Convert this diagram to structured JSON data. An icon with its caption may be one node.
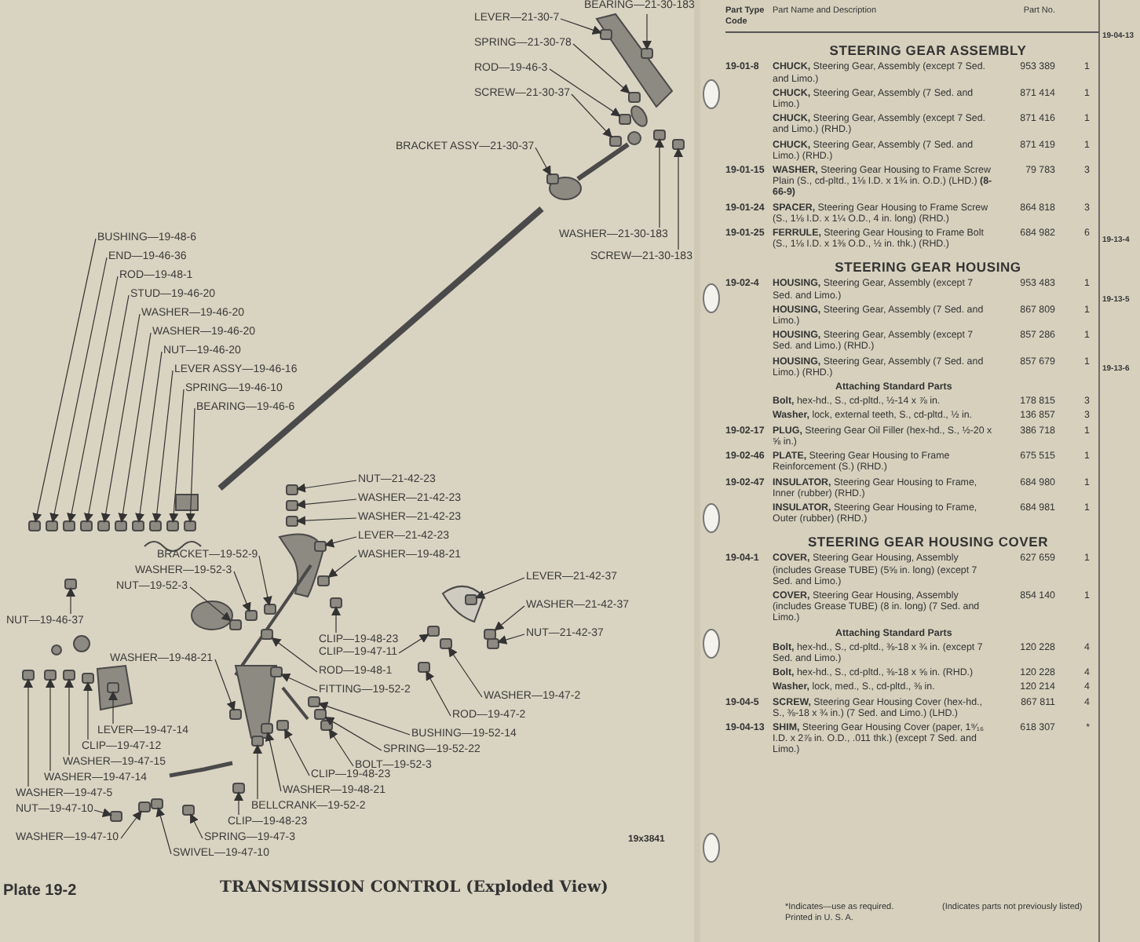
{
  "diagram": {
    "caption": "TRANSMISSION CONTROL (Exploded View)",
    "nodes": [
      {
        "text": [
          "LEVER—21-30-7"
        ]
      },
      {
        "text": [
          "BEARING—21-30-183"
        ]
      },
      {
        "text": [
          "SPRING—21-30-78"
        ]
      },
      {
        "text": [
          "ROD—19-46-3"
        ]
      },
      {
        "text": [
          "SCREW—21-30-37"
        ]
      },
      {
        "text": [
          "BRACKET ASSY—21-30-37"
        ]
      },
      {
        "text": [
          "WASHER—21-30-183"
        ]
      },
      {
        "text": [
          "SCREW—21-30-183"
        ]
      },
      {
        "text": [
          "BUSHING—19-48-6"
        ]
      },
      {
        "text": [
          "END—19-46-36"
        ]
      },
      {
        "text": [
          "ROD—19-48-1"
        ]
      },
      {
        "text": [
          "STUD—19-46-20"
        ]
      },
      {
        "text": [
          "WASHER—19-46-20"
        ]
      },
      {
        "text": [
          "WASHER—19-46-20"
        ]
      },
      {
        "text": [
          "NUT—19-46-20"
        ]
      },
      {
        "text": [
          "LEVER ASSY—19-46-16"
        ]
      },
      {
        "text": [
          "SPRING—19-46-10"
        ]
      },
      {
        "text": [
          "BEARING—19-46-6"
        ]
      },
      {
        "text": [
          "NUT—21-42-23"
        ]
      },
      {
        "text": [
          "WASHER—21-42-23"
        ]
      },
      {
        "text": [
          "WASHER—21-42-23"
        ]
      },
      {
        "text": [
          "LEVER—21-42-23"
        ]
      },
      {
        "text": [
          "WASHER—19-48-21"
        ]
      },
      {
        "text": [
          "BRACKET—19-52-9"
        ]
      },
      {
        "text": [
          "WASHER—19-52-3"
        ]
      },
      {
        "text": [
          "NUT—19-52-3"
        ]
      },
      {
        "text": [
          "LEVER—21-42-37"
        ]
      },
      {
        "text": [
          "WASHER—21-42-37"
        ]
      },
      {
        "text": [
          "NUT—21-42-37"
        ]
      },
      {
        "text": [
          "CLIP—19-48-23"
        ]
      },
      {
        "text": [
          "CLIP—19-47-11"
        ]
      },
      {
        "text": [
          "ROD—19-48-1"
        ]
      },
      {
        "text": [
          "FITTING—19-52-2"
        ]
      },
      {
        "text": [
          "NUT—19-46-37"
        ]
      },
      {
        "text": [
          "WASHER—19-48-21"
        ]
      },
      {
        "text": [
          "WASHER—19-47-2"
        ]
      },
      {
        "text": [
          "ROD—19-47-2"
        ]
      },
      {
        "text": [
          "BUSHING—19-52-14"
        ]
      },
      {
        "text": [
          "SPRING—19-52-22"
        ]
      },
      {
        "text": [
          "BOLT—19-52-3"
        ]
      },
      {
        "text": [
          "LEVER—19-47-14"
        ]
      },
      {
        "text": [
          "CLIP—19-47-12"
        ]
      },
      {
        "text": [
          "WASHER—19-47-15"
        ]
      },
      {
        "text": [
          "WASHER—19-47-14"
        ]
      },
      {
        "text": [
          "WASHER—19-47-5"
        ]
      },
      {
        "text": [
          "NUT—19-47-10"
        ]
      },
      {
        "text": [
          "WASHER—19-47-10"
        ]
      },
      {
        "text": [
          "CLIP—19-48-23"
        ]
      },
      {
        "text": [
          "WASHER—19-48-21"
        ]
      },
      {
        "text": [
          "BELLCRANK—19-52-2"
        ]
      },
      {
        "text": [
          "CLIP—19-48-23"
        ]
      },
      {
        "text": [
          "SPRING—19-47-3"
        ]
      },
      {
        "text": [
          "SWIVEL—19-47-10"
        ]
      },
      {
        "text": [],
        "shape": "box"
      },
      {
        "text": [],
        "shape": "box"
      },
      {
        "text": [],
        "shape": "box"
      },
      {
        "text": [],
        "shape": "box"
      },
      {
        "text": [],
        "shape": "box"
      },
      {
        "text": [],
        "shape": "box"
      },
      {
        "text": [],
        "shape": "box"
      },
      {
        "text": [],
        "shape": "box"
      },
      {
        "text": [],
        "shape": "box"
      },
      {
        "text": [],
        "shape": "box"
      },
      {
        "text": [],
        "shape": "box"
      },
      {
        "text": [],
        "shape": "box"
      },
      {
        "text": [],
        "shape": "box"
      },
      {
        "text": [],
        "shape": "box"
      },
      {
        "text": [],
        "shape": "box"
      },
      {
        "text": [],
        "shape": "box"
      },
      {
        "text": [],
        "shape": "box"
      },
      {
        "text": [],
        "shape": "box"
      },
      {
        "text": [],
        "shape": "box"
      },
      {
        "text": [],
        "shape": "box"
      },
      {
        "text": [],
        "shape": "box"
      },
      {
        "text": [],
        "shape": "box"
      },
      {
        "text": [],
        "shape": "box"
      },
      {
        "text": [],
        "shape": "box"
      },
      {
        "text": [],
        "shape": "box"
      },
      {
        "text": [],
        "shape": "box"
      },
      {
        "text": [],
        "shape": "box"
      },
      {
        "text": [],
        "shape": "box"
      },
      {
        "text": [],
        "shape": "box"
      },
      {
        "text": [],
        "shape": "box"
      },
      {
        "text": [],
        "shape": "box"
      },
      {
        "text": [],
        "shape": "box"
      },
      {
        "text": [],
        "shape": "box"
      },
      {
        "text": [],
        "shape": "box"
      },
      {
        "text": [],
        "shape": "box"
      },
      {
        "text": [],
        "shape": "box"
      },
      {
        "text": [],
        "shape": "box"
      },
      {
        "text": [],
        "shape": "box"
      },
      {
        "text": [],
        "shape": "box"
      },
      {
        "text": [],
        "shape": "box"
      },
      {
        "text": [],
        "shape": "box"
      },
      {
        "text": [],
        "shape": "box"
      },
      {
        "text": [],
        "shape": "box"
      },
      {
        "text": [],
        "shape": "box"
      },
      {
        "text": [],
        "shape": "box"
      },
      {
        "text": [],
        "shape": "box"
      },
      {
        "text": [],
        "shape": "box"
      },
      {
        "text": [],
        "shape": "box"
      },
      {
        "text": [],
        "shape": "box"
      },
      {
        "text": [],
        "shape": "box"
      },
      {
        "text": [],
        "shape": "box"
      },
      {
        "text": [],
        "shape": "box"
      },
      {
        "text": [],
        "shape": "box"
      }
    ],
    "edges": [
      {
        "from": 0,
        "to": 53,
        "arrow": "to"
      },
      {
        "from": 1,
        "to": 54,
        "arrow": "to"
      },
      {
        "from": 2,
        "to": 55,
        "arrow": "to"
      },
      {
        "from": 3,
        "to": 56,
        "arrow": "to"
      },
      {
        "from": 4,
        "to": 57,
        "arrow": "to"
      },
      {
        "from": 5,
        "to": 58,
        "arrow": "to"
      },
      {
        "from": 6,
        "to": 59,
        "arrow": "to"
      },
      {
        "from": 7,
        "to": 60,
        "arrow": "to"
      },
      {
        "from": 8,
        "to": 61,
        "arrow": "to"
      },
      {
        "from": 9,
        "to": 62,
        "arrow": "to"
      },
      {
        "from": 10,
        "to": 63,
        "arrow": "to"
      },
      {
        "from": 11,
        "to": 64,
        "arrow": "to"
      },
      {
        "from": 12,
        "to": 65,
        "arrow": "to"
      },
      {
        "from": 13,
        "to": 66,
        "arrow": "to"
      },
      {
        "from": 14,
        "to": 67,
        "arrow": "to"
      },
      {
        "from": 15,
        "to": 68,
        "arrow": "to"
      },
      {
        "from": 16,
        "to": 69,
        "arrow": "to"
      },
      {
        "from": 17,
        "to": 70,
        "arrow": "to"
      },
      {
        "from": 18,
        "to": 71,
        "arrow": "to"
      },
      {
        "from": 19,
        "to": 72,
        "arrow": "to"
      },
      {
        "from": 20,
        "to": 73,
        "arrow": "to"
      },
      {
        "from": 21,
        "to": 74,
        "arrow": "to"
      },
      {
        "from": 22,
        "to": 75,
        "arrow": "to"
      },
      {
        "from": 23,
        "to": 76,
        "arrow": "to"
      },
      {
        "from": 24,
        "to": 77,
        "arrow": "to"
      },
      {
        "from": 25,
        "to": 78,
        "arrow": "to"
      },
      {
        "from": 26,
        "to": 79,
        "arrow": "to"
      },
      {
        "from": 27,
        "to": 80,
        "arrow": "to"
      },
      {
        "from": 28,
        "to": 81,
        "arrow": "to"
      },
      {
        "from": 29,
        "to": 82,
        "arrow": "to"
      },
      {
        "from": 30,
        "to": 83,
        "arrow": "to"
      },
      {
        "from": 31,
        "to": 84,
        "arrow": "to"
      },
      {
        "from": 32,
        "to": 85,
        "arrow": "to"
      },
      {
        "from": 33,
        "to": 86,
        "arrow": "to"
      },
      {
        "from": 34,
        "to": 87,
        "arrow": "to"
      },
      {
        "from": 35,
        "to": 88,
        "arrow": "to"
      },
      {
        "from": 36,
        "to": 89,
        "arrow": "to"
      },
      {
        "from": 37,
        "to": 90,
        "arrow": "to"
      },
      {
        "from": 38,
        "to": 91,
        "arrow": "to"
      },
      {
        "from": 39,
        "to": 92,
        "arrow": "to"
      },
      {
        "from": 40,
        "to": 93,
        "arrow": "to"
      },
      {
        "from": 41,
        "to": 94,
        "arrow": "to"
      },
      {
        "from": 42,
        "to": 95,
        "arrow": "to"
      },
      {
        "from": 43,
        "to": 96,
        "arrow": "to"
      },
      {
        "from": 44,
        "to": 97,
        "arrow": "to"
      },
      {
        "from": 45,
        "to": 98,
        "arrow": "to"
      },
      {
        "from": 46,
        "to": 99,
        "arrow": "to"
      },
      {
        "from": 47,
        "to": 100,
        "arrow": "to"
      },
      {
        "from": 48,
        "to": 101,
        "arrow": "to"
      },
      {
        "from": 49,
        "to": 102,
        "arrow": "to"
      },
      {
        "from": 50,
        "to": 103,
        "arrow": "to"
      },
      {
        "from": 51,
        "to": 104,
        "arrow": "to"
      },
      {
        "from": 52,
        "to": 105,
        "arrow": "to"
      }
    ],
    "labels": [
      "19x3841",
      "Plate 19-2",
      "Part Type Code",
      "Part Name and Description",
      "Part No.",
      "STEERING GEAR ASSEMBLY",
      "19-01-8",
      "**CHUCK,** Steering Gear, Assembly (except 7 Sed. and Limo.)",
      "953 389",
      "1",
      "**CHUCK,** Steering Gear, Assembly (7 Sed. and Limo.)",
      "871 414",
      "1",
      "**CHUCK,** Steering Gear, Assembly (except 7 Sed. and Limo.) (RHD.)",
      "871 416",
      "1",
      "**CHUCK,** Steering Gear, Assembly (7 Sed. and Limo.) (RHD.)",
      "871 419",
      "1",
      "19-01-15",
      "**WASHER,** Steering Gear Housing to Frame Screw Plain (S., cd-pltd., 1⅛ I.D. x 1¾ in. O.D.) (LHD.) **(8-66-9)**",
      "79 783",
      "3",
      "19-01-24",
      "**SPACER,** Steering Gear Housing to Frame Screw (S., 1⅛ I.D. x 1¼ O.D., 4 in. long) (RHD.)",
      "864 818",
      "3",
      "19-01-25",
      "**FERRULE,** Steering Gear Housing to Frame Bolt (S., 1⅛ I.D. x 1⅜ O.D., ½ in. thk.) (RHD.)",
      "684 982",
      "6",
      "STEERING GEAR HOUSING",
      "19-02-4",
      "**HOUSING,** Steering Gear, Assembly (except 7 Sed. and Limo.)",
      "953 483",
      "1",
      "**HOUSING,** Steering Gear, Assembly (7 Sed. and Limo.)",
      "867 809",
      "1",
      "**HOUSING,** Steering Gear, Assembly (except 7 Sed. and Limo.) (RHD.)",
      "857 286",
      "1",
      "**HOUSING,** Steering Gear, Assembly (7 Sed. and Limo.) (RHD.)",
      "857 679",
      "1",
      "Attaching Standard Parts",
      "**Bolt,** hex-hd., S., cd-pltd., ½-14 x ⅞ in.",
      "178 815",
      "3",
      "**Washer,** lock, external teeth, S., cd-pltd., ½ in.",
      "136 857",
      "3",
      "19-02-17",
      "**PLUG,** Steering Gear Oil Filler (hex-hd., S., ½-20 x ⅝ in.)",
      "386 718",
      "1",
      "19-02-46",
      "**PLATE,** Steering Gear Housing to Frame Reinforcement (S.) (RHD.)",
      "675 515",
      "1",
      "19-02-47",
      "**INSULATOR,** Steering Gear Housing to Frame, Inner (rubber) (RHD.)",
      "684 980",
      "1",
      "**INSULATOR,** Steering Gear Housing to Frame, Outer (rubber) (RHD.)",
      "684 981",
      "1",
      "STEERING GEAR HOUSING COVER",
      "19-04-1",
      "**COVER,** Steering Gear Housing, Assembly (includes Grease TUBE) (5⅝ in. long) (except 7 Sed. and Limo.)",
      "627 659",
      "1",
      "**COVER,** Steering Gear Housing, Assembly (includes Grease TUBE) (8 in. long) (7 Sed. and Limo.)",
      "854 140",
      "1",
      "Attaching Standard Parts",
      "**Bolt,** hex-hd., S., cd-pltd., ⅜-18 x ¾ in. (except 7 Sed. and Limo.)",
      "120 228",
      "4",
      "**Bolt,** hex-hd., S., cd-pltd., ⅜-18 x ⅝ in. (RHD.)",
      "120 228",
      "4",
      "**Washer,** lock, med., S., cd-pltd., ⅜ in.",
      "120 214",
      "4",
      "19-04-5",
      "**SCREW,** Steering Gear Housing Cover (hex-hd., S., ⅜-18 x ¾ in.) (7 Sed. and Limo.) (LHD.)",
      "867 811",
      "4",
      "19-04-13",
      "**SHIM,** Steering Gear Housing Cover (paper, 1⁹⁄₁₆ I.D. x 2⅞ in. O.D., .011 thk.) (except 7 Sed. and Limo.)",
      "618 307",
      "*",
      "*Indicates—use as required.",
      "Printed in U. S. A.",
      "(Indicates parts not previously listed)",
      "19-04-13",
      "19-13-4",
      "19-13-5",
      "19-13-6"
    ]
  }
}
